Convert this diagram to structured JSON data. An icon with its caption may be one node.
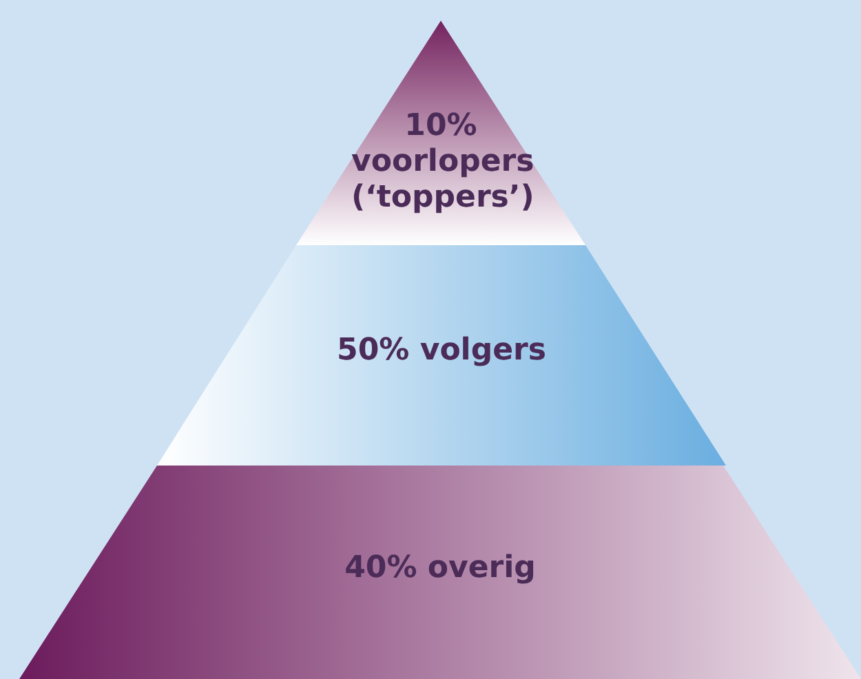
{
  "diagram": {
    "nodes": [
      {
        "text": [
          "10% voorlopers (‘toppers’)"
        ]
      },
      {
        "text": [
          "50% volgers"
        ]
      },
      {
        "text": [
          "40% overig"
        ]
      }
    ]
  }
}
